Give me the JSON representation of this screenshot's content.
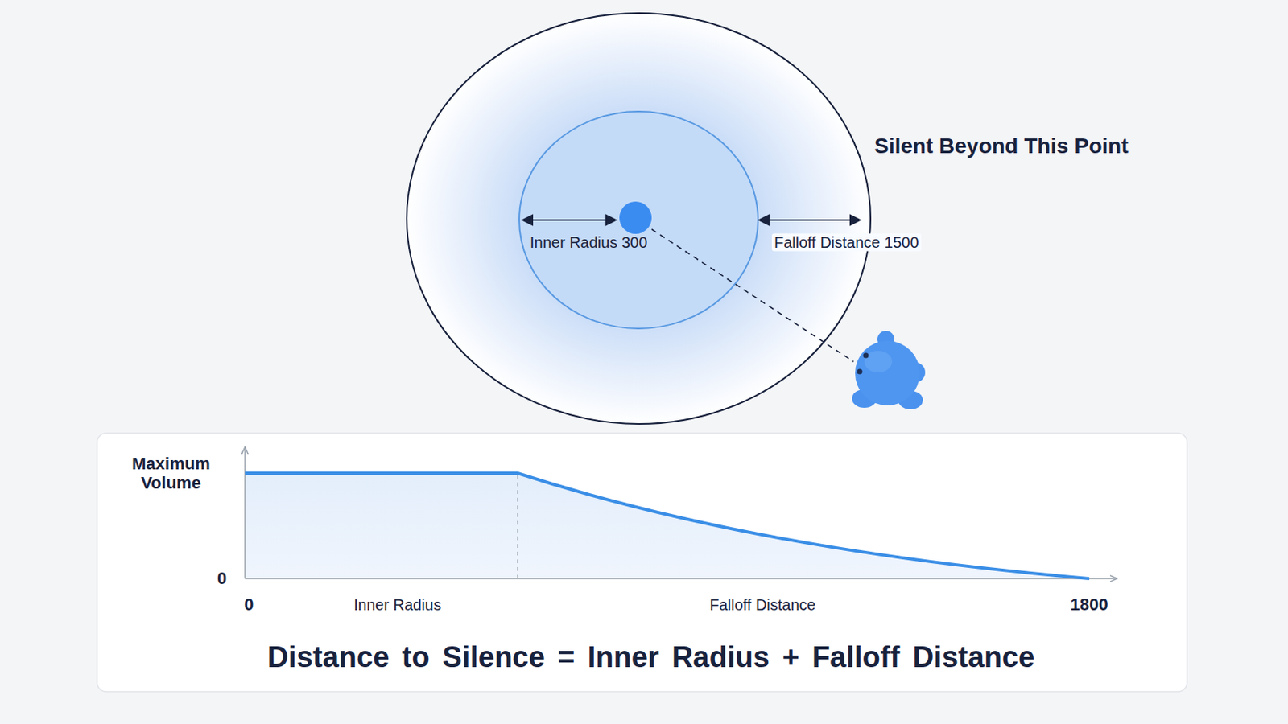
{
  "diagram": {
    "labels": [
      "Silent Beyond This Point",
      "Inner Radius 300",
      "Falloff Distance 1500",
      "Maximum Volume",
      "0",
      "0",
      "Inner Radius",
      "Falloff Distance",
      "1800",
      "Distance to Silence = Inner Radius + Falloff Distance"
    ]
  }
}
